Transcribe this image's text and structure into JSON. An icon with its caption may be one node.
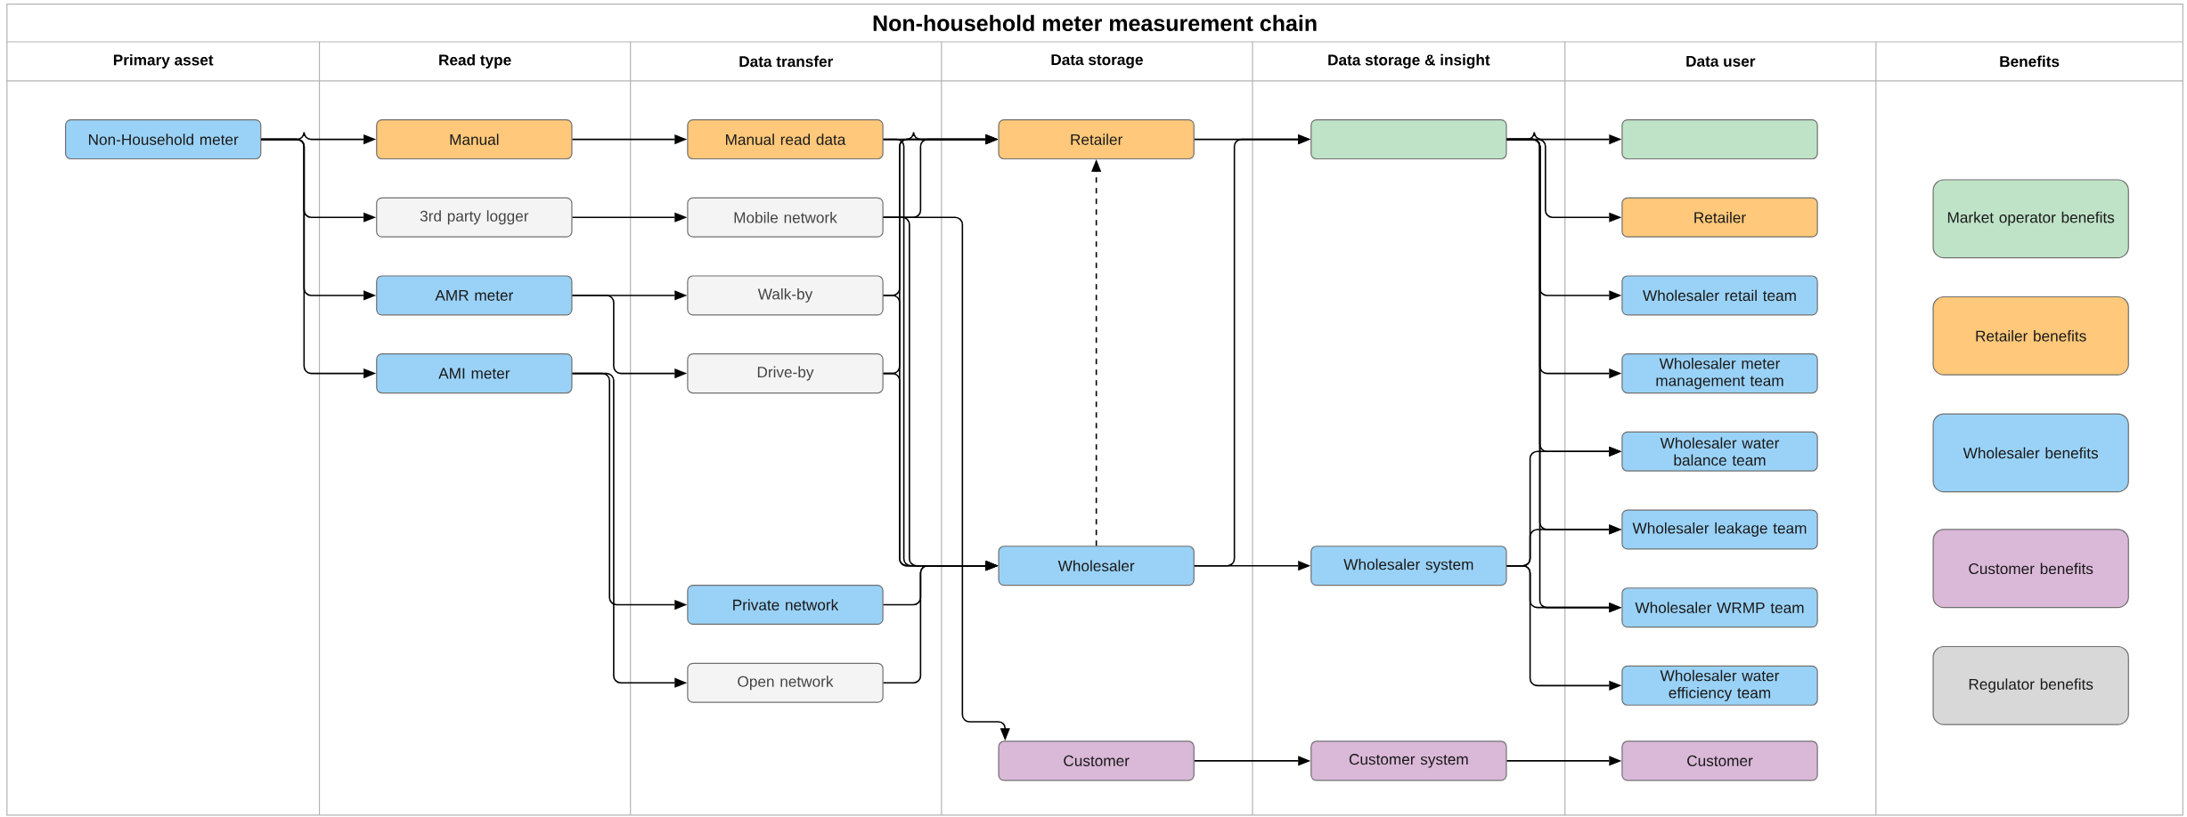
{
  "diagram": {
    "title": "Non-household meter measurement chain",
    "nodes": [
      {
        "text": [
          "Non-Household meter"
        ]
      },
      {
        "text": [
          "Manual"
        ]
      },
      {
        "text": [
          "3rd party logger"
        ]
      },
      {
        "text": [
          "AMR meter"
        ]
      },
      {
        "text": [
          "AMI meter"
        ]
      },
      {
        "text": [
          "Manual read data"
        ]
      },
      {
        "text": [
          "Mobile network"
        ]
      },
      {
        "text": [
          "Walk-by"
        ]
      },
      {
        "text": [
          "Drive-by"
        ]
      },
      {
        "text": [
          "Private network"
        ]
      },
      {
        "text": [
          "Open network"
        ]
      },
      {
        "text": [
          "Retailer"
        ]
      },
      {
        "text": [
          "Wholesaler"
        ]
      },
      {
        "text": [
          "Customer"
        ]
      },
      {
        "text": [],
        "shape": "box"
      },
      {
        "text": [
          "Wholesaler system"
        ]
      },
      {
        "text": [
          "Customer system"
        ]
      },
      {
        "text": [],
        "shape": "box"
      },
      {
        "text": [
          "Retailer"
        ]
      },
      {
        "text": [
          "Wholesaler retail team"
        ]
      },
      {
        "text": [
          "Wholesaler meter management team"
        ]
      },
      {
        "text": [
          "Wholesaler water balance team"
        ]
      },
      {
        "text": [
          "Wholesaler leakage team"
        ]
      },
      {
        "text": [
          "Wholesaler WRMP team"
        ]
      },
      {
        "text": [
          "Wholesaler water efficiency team"
        ]
      },
      {
        "text": [
          "Customer"
        ]
      },
      {
        "text": [
          "Market operator benefits"
        ]
      },
      {
        "text": [
          "Retailer benefits"
        ]
      },
      {
        "text": [
          "Wholesaler benefits"
        ]
      },
      {
        "text": [
          "Customer benefits"
        ]
      },
      {
        "text": [
          "Regulator benefits"
        ]
      }
    ],
    "edges": [
      {
        "from": 0,
        "to": 1,
        "arrow": "to"
      },
      {
        "from": 0,
        "to": 2,
        "arrow": "to"
      },
      {
        "from": 0,
        "to": 3,
        "arrow": "to"
      },
      {
        "from": 0,
        "to": 4,
        "arrow": "to"
      },
      {
        "from": 1,
        "to": 5,
        "arrow": "to"
      },
      {
        "from": 2,
        "to": 6,
        "arrow": "to"
      },
      {
        "from": 3,
        "to": 7,
        "arrow": "to"
      },
      {
        "from": 3,
        "to": 8,
        "arrow": "to"
      },
      {
        "from": 4,
        "to": 9,
        "arrow": "to"
      },
      {
        "from": 4,
        "to": 10,
        "arrow": "to"
      },
      {
        "from": 5,
        "to": 11,
        "arrow": "to"
      },
      {
        "from": 5,
        "to": 12,
        "arrow": "to"
      },
      {
        "from": 6,
        "to": 11,
        "arrow": "to"
      },
      {
        "from": 6,
        "to": 12,
        "arrow": "to"
      },
      {
        "from": 6,
        "to": 13,
        "arrow": "to"
      },
      {
        "from": 7,
        "to": 11,
        "arrow": "to"
      },
      {
        "from": 7,
        "to": 12,
        "arrow": "to"
      },
      {
        "from": 8,
        "to": 11,
        "arrow": "to"
      },
      {
        "from": 8,
        "to": 12,
        "arrow": "to"
      },
      {
        "from": 9,
        "to": 12,
        "arrow": "to"
      },
      {
        "from": 10,
        "to": 12,
        "arrow": "to"
      },
      {
        "from": 12,
        "to": 11,
        "arrow": "to",
        "style": "dashed"
      },
      {
        "from": 11,
        "to": 14,
        "arrow": "to"
      },
      {
        "from": 12,
        "to": 14,
        "arrow": "to"
      },
      {
        "from": 12,
        "to": 15,
        "arrow": "to"
      },
      {
        "from": 13,
        "to": 16,
        "arrow": "to"
      },
      {
        "from": 14,
        "to": 17,
        "arrow": "to"
      },
      {
        "from": 14,
        "to": 18,
        "arrow": "to"
      },
      {
        "from": 14,
        "to": 19,
        "arrow": "to"
      },
      {
        "from": 14,
        "to": 20,
        "arrow": "to"
      },
      {
        "from": 14,
        "to": 21,
        "arrow": "to"
      },
      {
        "from": 14,
        "to": 22,
        "arrow": "to"
      },
      {
        "from": 14,
        "to": 23,
        "arrow": "to"
      },
      {
        "from": 15,
        "to": 21,
        "arrow": "to"
      },
      {
        "from": 15,
        "to": 22,
        "arrow": "to"
      },
      {
        "from": 15,
        "to": 23,
        "arrow": "to"
      },
      {
        "from": 15,
        "to": 24,
        "arrow": "to"
      },
      {
        "from": 16,
        "to": 25,
        "arrow": "to"
      }
    ],
    "labels": [
      "Primary asset",
      "Read type",
      "Data transfer",
      "Data storage",
      "Data storage & insight",
      "Data user",
      "Benefits"
    ]
  }
}
